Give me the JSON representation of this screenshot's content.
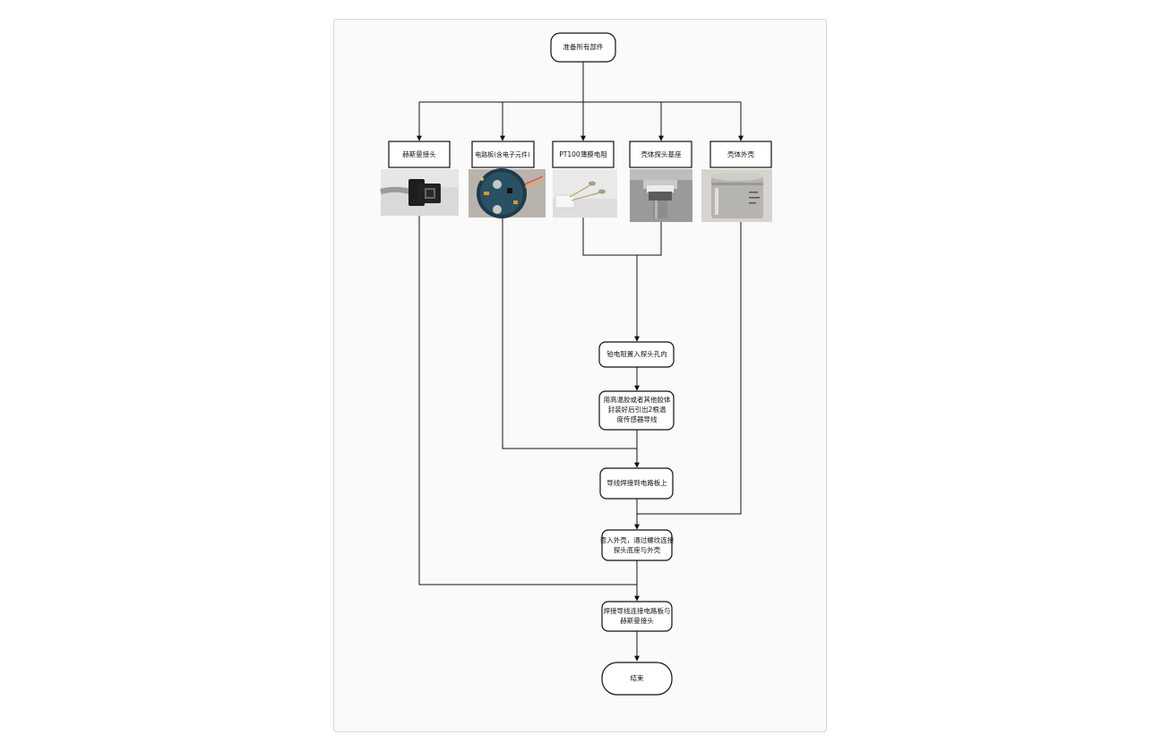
{
  "diagram": {
    "start": "准备所有部件",
    "parts": [
      {
        "label": "赫斯曼接头",
        "photo_icon": "hirschmann-connector-photo"
      },
      {
        "label": "电路板(含电子元件)",
        "photo_icon": "circuit-board-photo"
      },
      {
        "label": "PT100薄膜电阻",
        "photo_icon": "pt100-resistor-photo"
      },
      {
        "label": "壳体探头基座",
        "photo_icon": "probe-base-photo"
      },
      {
        "label": "壳体外壳",
        "photo_icon": "housing-shell-photo"
      }
    ],
    "steps": [
      "铂电阻置入探头孔内",
      "用高温胶或者其他胶体封装好后引出2根温度传感器导线",
      "导线焊接到电路板上",
      "套入外壳，通过螺纹连接探头底座与外壳",
      "焊接导线连接电路板与赫斯曼接头"
    ],
    "end": "结束"
  }
}
